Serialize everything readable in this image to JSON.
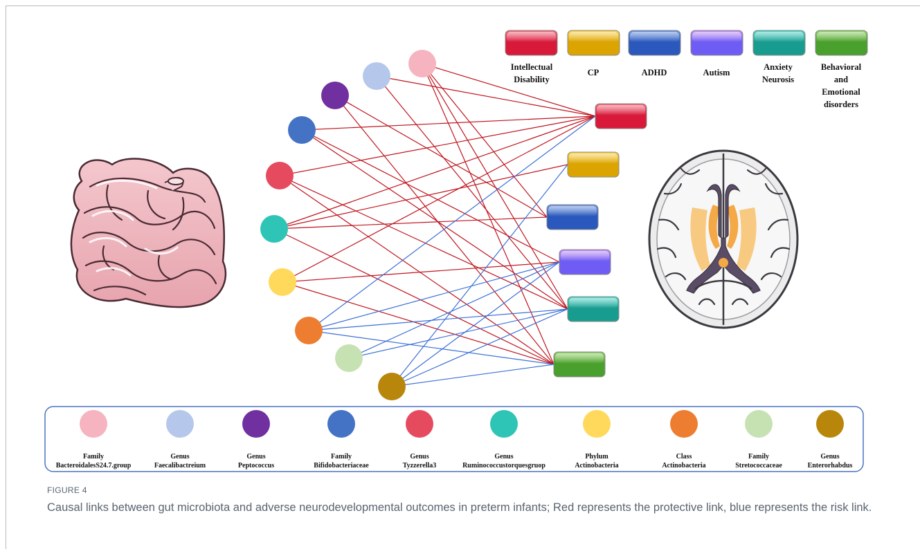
{
  "figure": {
    "label": "FIGURE 4",
    "caption": "Causal links between gut microbiota and adverse neurodevelopmental outcomes in preterm infants; Red represents the protective link, blue represents the risk link."
  },
  "colors": {
    "protective_link": "#c0141e",
    "risk_link": "#3a6fd6",
    "legend_border": "#4a74c4"
  },
  "outcomes": [
    {
      "id": "id",
      "lines": [
        "Intellectual",
        "Disability"
      ],
      "color_top": "#f26a7c",
      "color_bottom": "#d8193a"
    },
    {
      "id": "cp",
      "lines": [
        "CP"
      ],
      "color_top": "#f9d24a",
      "color_bottom": "#dca400"
    },
    {
      "id": "adhd",
      "lines": [
        "ADHD"
      ],
      "color_top": "#6a93e0",
      "color_bottom": "#2a58bd"
    },
    {
      "id": "autism",
      "lines": [
        "Autism"
      ],
      "color_top": "#c58cf2",
      "color_bottom": "#6e5cf4"
    },
    {
      "id": "anx",
      "lines": [
        "Anxiety",
        "Neurosis"
      ],
      "color_top": "#4fd6c8",
      "color_bottom": "#199c90"
    },
    {
      "id": "beh",
      "lines": [
        "Behavioral",
        "and",
        "Emotional",
        "disorders"
      ],
      "color_top": "#8fd062",
      "color_bottom": "#49a02c"
    }
  ],
  "microbiota": [
    {
      "id": "m1",
      "rank": "Family",
      "name": "BacteroidalesS24.7.group",
      "color": "#f5b4bf"
    },
    {
      "id": "m2",
      "rank": "Genus",
      "name": "Faecalibactreium",
      "color": "#b5c7ea"
    },
    {
      "id": "m3",
      "rank": "Genus",
      "name": "Peptococcus",
      "color": "#7030a0"
    },
    {
      "id": "m4",
      "rank": "Family",
      "name": "Bifidobacteriaceae",
      "color": "#4472c4"
    },
    {
      "id": "m5",
      "rank": "Genus",
      "name": "Tyzzerella3",
      "color": "#e64a5e"
    },
    {
      "id": "m6",
      "rank": "Genus",
      "name": "Ruminococcustorquesgruop",
      "color": "#2ec4b6"
    },
    {
      "id": "m7",
      "rank": "Phylum",
      "name": "Actinobacteria",
      "color": "#ffd95c"
    },
    {
      "id": "m8",
      "rank": "Class",
      "name": "Actinobacteria",
      "color": "#ed7d31"
    },
    {
      "id": "m9",
      "rank": "Family",
      "name": "Stretococcaceae",
      "color": "#c6e2b3"
    },
    {
      "id": "m10",
      "rank": "Genus",
      "name": "Enterorhabdus",
      "color": "#b8860b"
    }
  ],
  "links": [
    {
      "from": "m1",
      "to": "id",
      "type": "protective"
    },
    {
      "from": "m1",
      "to": "adhd",
      "type": "protective"
    },
    {
      "from": "m1",
      "to": "anx",
      "type": "protective"
    },
    {
      "from": "m1",
      "to": "beh",
      "type": "protective"
    },
    {
      "from": "m2",
      "to": "id",
      "type": "protective"
    },
    {
      "from": "m2",
      "to": "anx",
      "type": "protective"
    },
    {
      "from": "m3",
      "to": "adhd",
      "type": "protective"
    },
    {
      "from": "m3",
      "to": "beh",
      "type": "protective"
    },
    {
      "from": "m4",
      "to": "id",
      "type": "protective"
    },
    {
      "from": "m4",
      "to": "autism",
      "type": "protective"
    },
    {
      "from": "m4",
      "to": "anx",
      "type": "protective"
    },
    {
      "from": "m5",
      "to": "id",
      "type": "protective"
    },
    {
      "from": "m5",
      "to": "anx",
      "type": "protective"
    },
    {
      "from": "m5",
      "to": "beh",
      "type": "protective"
    },
    {
      "from": "m6",
      "to": "id",
      "type": "protective"
    },
    {
      "from": "m6",
      "to": "cp",
      "type": "protective"
    },
    {
      "from": "m6",
      "to": "adhd",
      "type": "protective"
    },
    {
      "from": "m6",
      "to": "beh",
      "type": "protective"
    },
    {
      "from": "m7",
      "to": "id",
      "type": "protective"
    },
    {
      "from": "m7",
      "to": "autism",
      "type": "protective"
    },
    {
      "from": "m7",
      "to": "beh",
      "type": "protective"
    },
    {
      "from": "m8",
      "to": "id",
      "type": "risk"
    },
    {
      "from": "m8",
      "to": "autism",
      "type": "risk"
    },
    {
      "from": "m8",
      "to": "anx",
      "type": "risk"
    },
    {
      "from": "m8",
      "to": "beh",
      "type": "risk"
    },
    {
      "from": "m9",
      "to": "autism",
      "type": "risk"
    },
    {
      "from": "m9",
      "to": "anx",
      "type": "risk"
    },
    {
      "from": "m10",
      "to": "cp",
      "type": "risk"
    },
    {
      "from": "m10",
      "to": "autism",
      "type": "risk"
    },
    {
      "from": "m10",
      "to": "anx",
      "type": "risk"
    },
    {
      "from": "m10",
      "to": "beh",
      "type": "risk"
    }
  ]
}
